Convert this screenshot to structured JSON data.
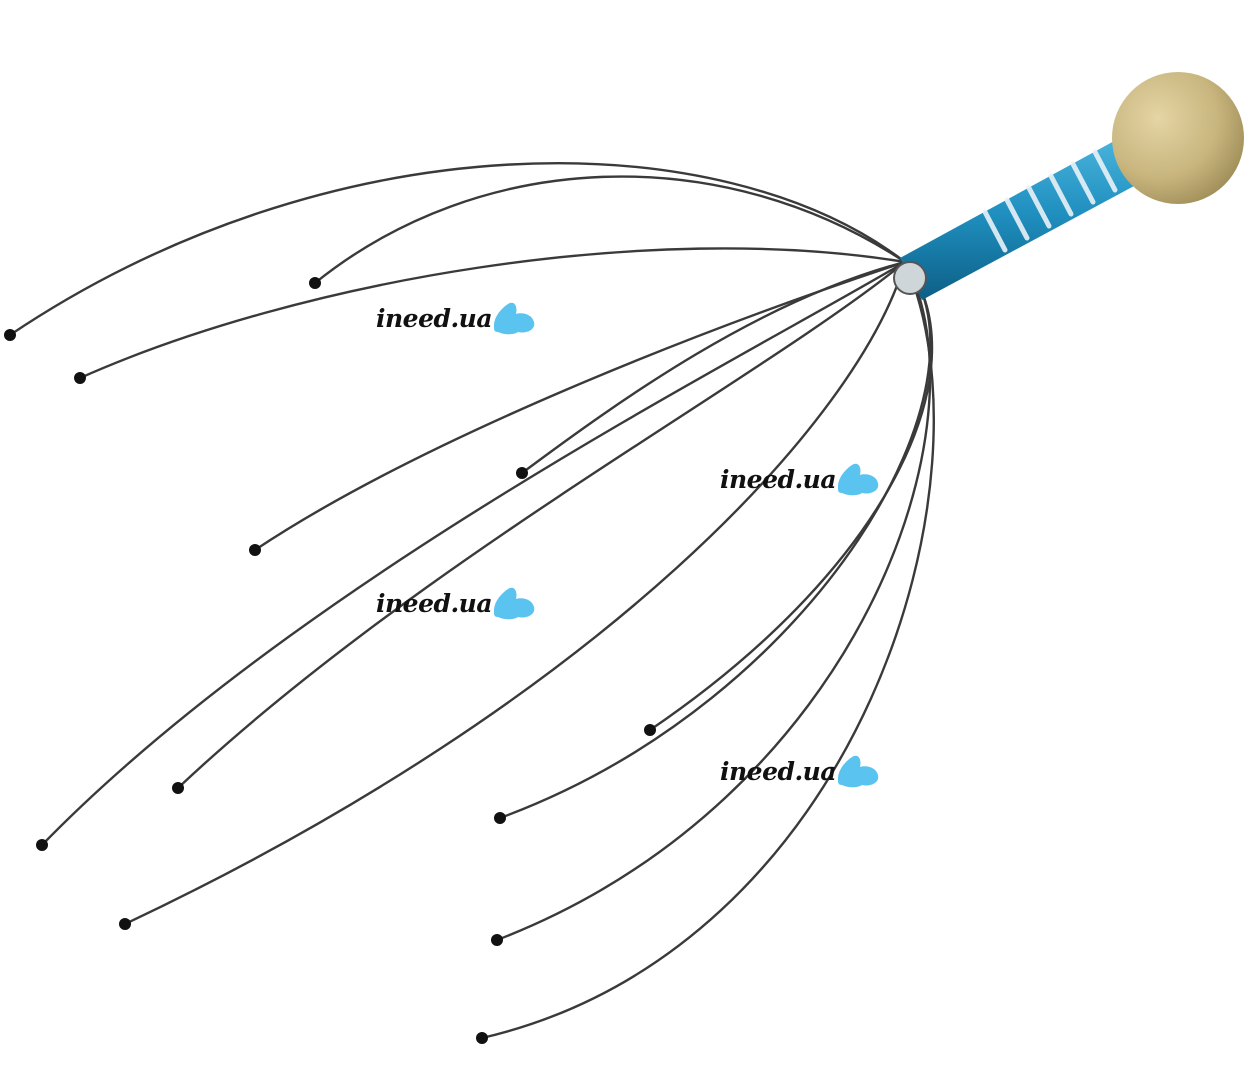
{
  "image": {
    "subject": "scalp-massager",
    "background_color": "#ffffff",
    "colors": {
      "wire": "#3a3a3a",
      "wire_tip": "#111111",
      "handle_blue": "#1f8fbf",
      "handle_coil": "#d8e4ec",
      "knob_wood": "#c8b57e"
    }
  },
  "watermarks": [
    {
      "text": "ineed.ua",
      "color": "#5bc3f0"
    },
    {
      "text": "ineed.ua",
      "color": "#5bc3f0"
    },
    {
      "text": "ineed.ua",
      "color": "#5bc3f0"
    },
    {
      "text": "ineed.ua",
      "color": "#5bc3f0"
    }
  ]
}
